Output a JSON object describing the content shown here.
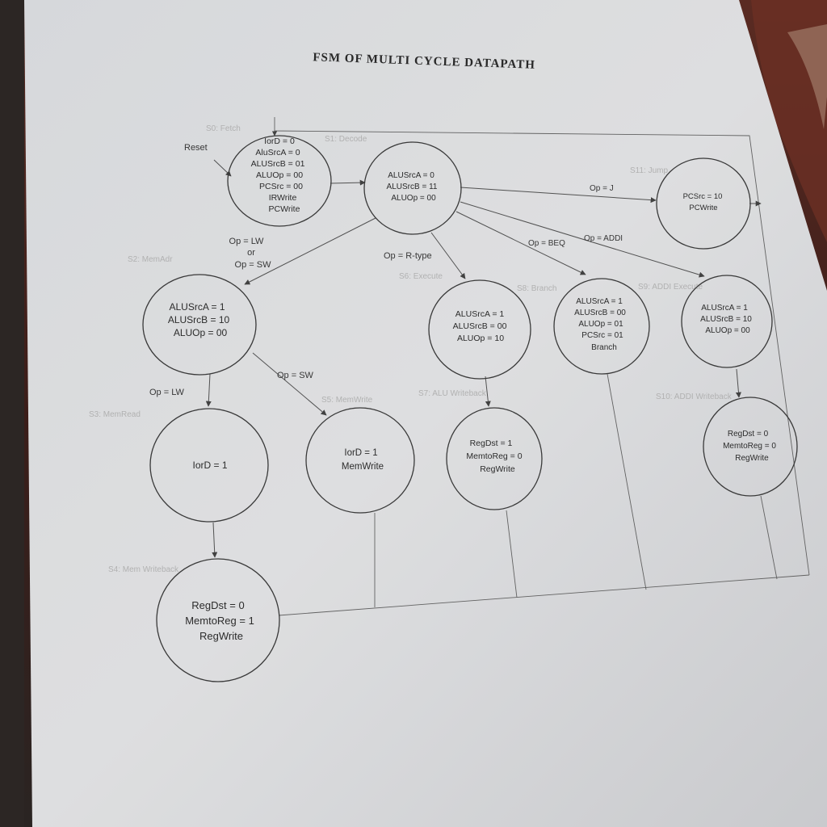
{
  "title": "FSM OF MULTI CYCLE DATAPATH",
  "reset_label": "Reset",
  "states": [
    {
      "id": "s0",
      "name": "S0: Fetch",
      "lines": [
        "IorD = 0",
        "AluSrcA = 0",
        "ALUSrcB = 01",
        "ALUOp = 00",
        "PCSrc = 00",
        "IRWrite",
        "PCWrite"
      ]
    },
    {
      "id": "s1",
      "name": "S1: Decode",
      "lines": [
        "ALUSrcA = 0",
        "ALUSrcB = 11",
        "ALUOp = 00"
      ]
    },
    {
      "id": "s2",
      "name": "S2: MemAdr",
      "lines": [
        "ALUSrcA = 1",
        "ALUSrcB = 10",
        "ALUOp = 00"
      ]
    },
    {
      "id": "s3",
      "name": "S3: MemRead",
      "lines": [
        "IorD = 1"
      ]
    },
    {
      "id": "s4",
      "name": "S4: Mem Writeback",
      "lines": [
        "RegDst = 0",
        "MemtoReg = 1",
        "RegWrite"
      ]
    },
    {
      "id": "s5",
      "name": "S5: MemWrite",
      "lines": [
        "IorD = 1",
        "MemWrite"
      ]
    },
    {
      "id": "s6",
      "name": "S6: Execute",
      "lines": [
        "ALUSrcA = 1",
        "ALUSrcB = 00",
        "ALUOp = 10"
      ]
    },
    {
      "id": "s7",
      "name": "S7: ALU Writeback",
      "lines": [
        "RegDst = 1",
        "MemtoReg = 0",
        "RegWrite"
      ]
    },
    {
      "id": "s8",
      "name": "S8: Branch",
      "lines": [
        "ALUSrcA = 1",
        "ALUSrcB = 00",
        "ALUOp = 01",
        "PCSrc = 01",
        "Branch"
      ]
    },
    {
      "id": "s9",
      "name": "S9: ADDI Execute",
      "lines": [
        "ALUSrcA = 1",
        "ALUSrcB = 10",
        "ALUOp = 00"
      ]
    },
    {
      "id": "s10",
      "name": "S10: ADDI Writeback",
      "lines": [
        "RegDst = 0",
        "MemtoReg = 0",
        "RegWrite"
      ]
    },
    {
      "id": "s11",
      "name": "S11: Jump",
      "lines": [
        "PCSrc = 10",
        "PCWrite"
      ]
    }
  ],
  "transitions": [
    {
      "from": "s1",
      "to": "s2",
      "label": [
        "Op = LW",
        "or",
        "Op = SW"
      ]
    },
    {
      "from": "s2",
      "to": "s3",
      "label": [
        "Op = LW"
      ]
    },
    {
      "from": "s2",
      "to": "s5",
      "label": [
        "Op = SW"
      ]
    },
    {
      "from": "s1",
      "to": "s6",
      "label": [
        "Op = R-type"
      ]
    },
    {
      "from": "s1",
      "to": "s8",
      "label": [
        "Op = BEQ"
      ]
    },
    {
      "from": "s1",
      "to": "s9",
      "label": [
        "Op = ADDI"
      ]
    },
    {
      "from": "s1",
      "to": "s11",
      "label": [
        "Op = J"
      ]
    }
  ]
}
